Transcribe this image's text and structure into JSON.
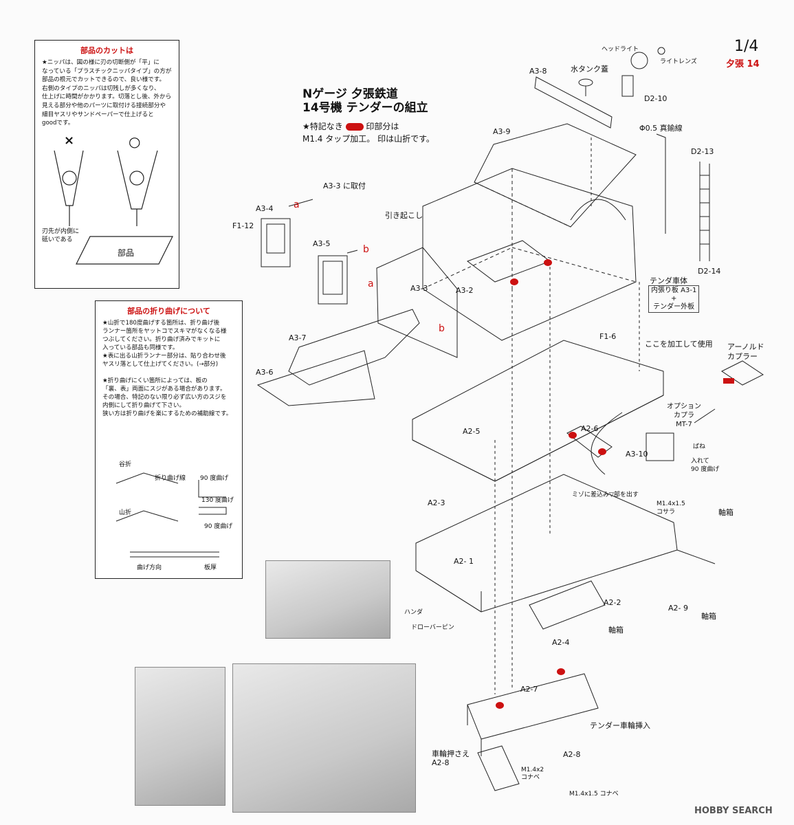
{
  "page": {
    "number": "1/4",
    "code": "夕張 14",
    "title": "Nゲージ  夕張鉄道\n14号機 テンダーの組立",
    "note_line1a": "★特記なき",
    "note_line1b": "印部分は",
    "note_line2": "M1.4 タップ加工。  印は山折です。",
    "note_yama": "山"
  },
  "cut_box": {
    "title": "部品のカットは",
    "body": "★ニッパは、図の様に刃の切断側が「平」に\nなっている「プラスチックニッパタイプ」の方が\n部品の根元でカットできるので、良い様です。\n右側のタイプのニッパは切残しが多くなり、\n仕上げに時間がかかります。切落とし後、外から\n見える部分や他のパーツに取付ける接続部分や\n細目ヤスリやサンドペーパーで仕上げると\ngoodです。",
    "mark_x": "×",
    "mark_o": "○",
    "blade_note": "刃先が内側に\n砥いである",
    "part_label": "部品"
  },
  "fold_box": {
    "title": "部品の折り曲げについて",
    "body": "★山折で180度曲げする箇所は、折り曲げ後\nランナー箇所をヤットコでスキマがなくなる様\nつぶしてください。折り曲げ済みでキットに\n入っている部品も同様です。\n★表に出る山折ランナー部分は、貼り合わせ後\nヤスリ落として仕上げてください。(→部分)\n\n★折り曲げにくい箇所によっては、板の\n「裏、表」両面にスジがある場合があります。\nその場合、特記のない限り必ず広い方のスジを\n内側にして折り曲げて下さい。\n狭い方は折り曲げを楽にするための補助線です。",
    "tani": "谷折",
    "yama": "山折",
    "fold_line": "折り曲げ線",
    "deg90": "90 度曲げ",
    "deg130": "130 度曲げ",
    "deg90b": "90 度曲げ",
    "bend_dir": "曲げ方向",
    "thickness": "板厚"
  },
  "labels": {
    "headlight": "ヘッドライト",
    "light_lens": "ライトレンズ",
    "a38": "A3-8",
    "water_cap": "水タンク蓋",
    "d210": "D2-10",
    "wire": "Φ0.5 真鍮線",
    "a39": "A3-9",
    "d213": "D2-13",
    "d214": "D2-14",
    "a33_attach": "A3-3 に取付",
    "a34": "A3-4",
    "a35": "A3-5",
    "f112": "F1-12",
    "hikiokoshi": "引き起こし",
    "a32": "A3-2",
    "a33": "A3-3",
    "tender_body": "テンダ車体",
    "inner_plate": "内張り板 A3-1\n+\nテンダー外板",
    "a37": "A3-7",
    "a36": "A3-6",
    "f16": "F1-6",
    "koko": "ここを加工して使用",
    "arnold": "アーノルド\nカプラー",
    "option": "オプション\nカプラ\nMT-7",
    "bane": "ばね",
    "a25": "A2-5",
    "a26": "A2-6",
    "a310": "A3-10",
    "ireru": "入れて\n90 度曲げ",
    "m1415": "M1.4x1.5\nコサラ",
    "mizo": "ミゾに差込み▽部を出す",
    "a23": "A2-3",
    "a21": "A2- 1",
    "jikubako1": "軸箱",
    "handa": "ハンダ",
    "drawbar": "ドローバーピン",
    "jikubako2": "軸箱",
    "a22": "A2-2",
    "a29": "A2- 9",
    "jikubako3": "軸箱",
    "a24": "A2-4",
    "a27": "A2-7",
    "tender_wheel": "テンダー車輪挿入",
    "wheel_press": "車輪押さえ\nA2-8",
    "a28": "A2-8",
    "m142": "M1.4x2\nコナベ",
    "m1415b": "M1.4x1.5 コナベ",
    "a_1": "a",
    "b_1": "b",
    "a_2": "a",
    "b_2": "b",
    "watermark": "HOBBY SEARCH"
  },
  "colors": {
    "accent_red": "#cc1111",
    "line": "#222222"
  }
}
